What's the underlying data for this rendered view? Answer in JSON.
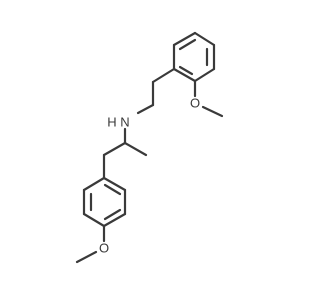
{
  "molecule": {
    "atoms": {
      "amine_n": "N",
      "amine_h": "H",
      "upper_ether_o": "O",
      "lower_ether_o": "O"
    },
    "colors": {
      "bond": "#3a3a3a",
      "background": "#ffffff"
    }
  }
}
